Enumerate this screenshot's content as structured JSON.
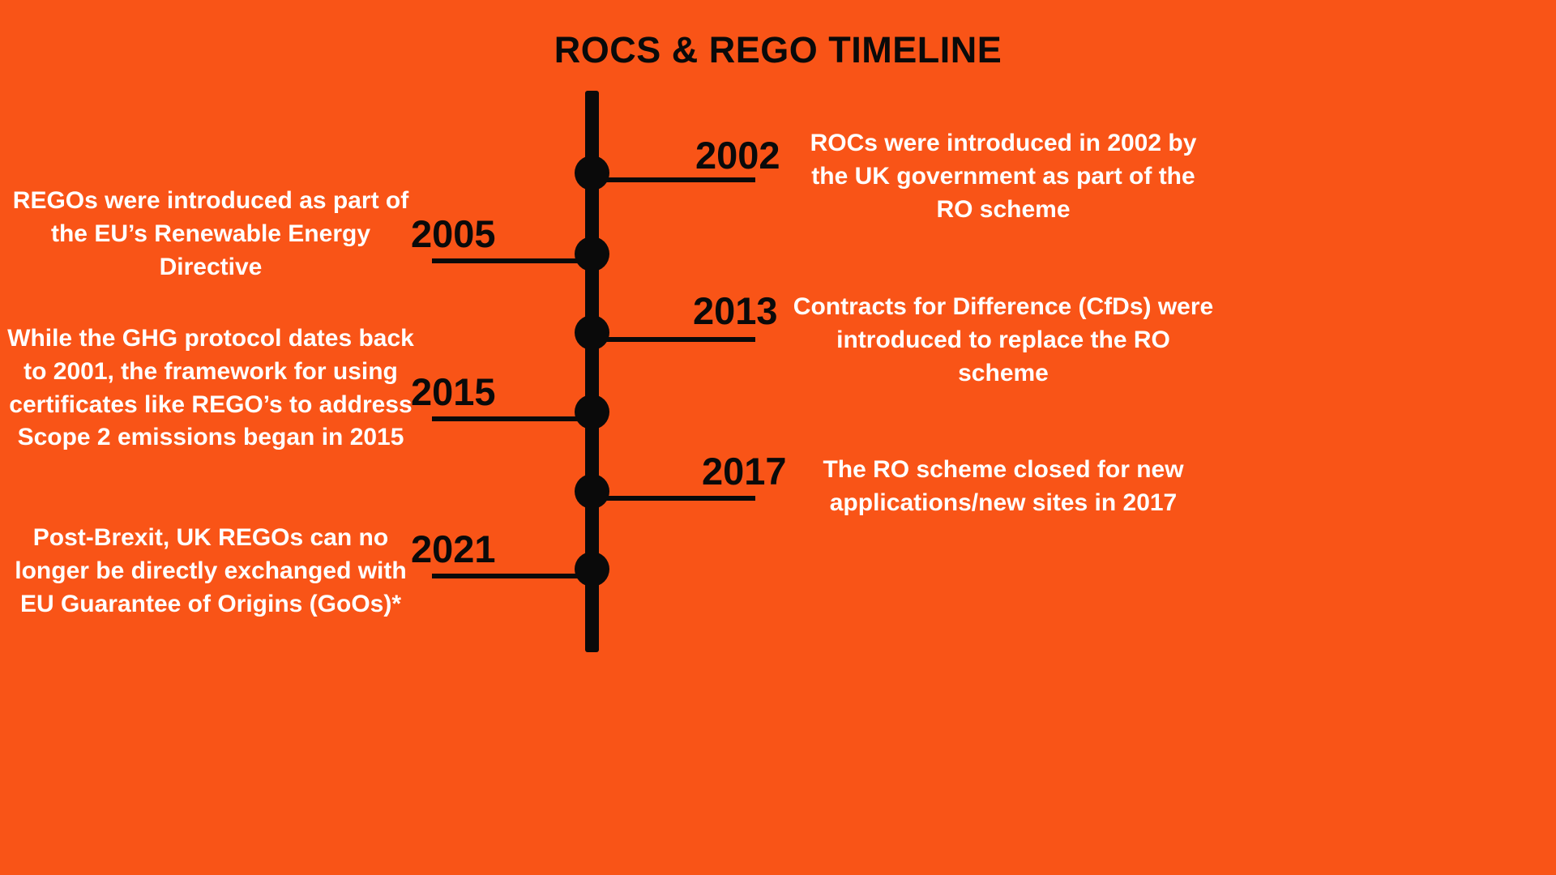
{
  "title": "ROCS & REGO TIMELINE",
  "colors": {
    "background": "#f95417",
    "line": "#0a0a0a",
    "year_text": "#0a0a0a",
    "description_text": "#ffffff"
  },
  "events": [
    {
      "year": "2002",
      "side": "right",
      "description": "ROCs were introduced in 2002 by the UK government as part of the RO scheme"
    },
    {
      "year": "2005",
      "side": "left",
      "description": "REGOs were introduced as part of the EU’s Renewable Energy Directive"
    },
    {
      "year": "2013",
      "side": "right",
      "description": "Contracts for Difference (CfDs) were introduced to replace the RO scheme"
    },
    {
      "year": "2015",
      "side": "left",
      "description": "While the GHG protocol dates back to 2001, the framework for using certificates like REGO’s to address Scope 2 emissions began in 2015"
    },
    {
      "year": "2017",
      "side": "right",
      "description": "The RO scheme closed for new applications/new sites in 2017"
    },
    {
      "year": "2021",
      "side": "left",
      "description": "Post-Brexit, UK REGOs can no longer be directly exchanged with EU Guarantee of Origins (GoOs)*"
    }
  ]
}
